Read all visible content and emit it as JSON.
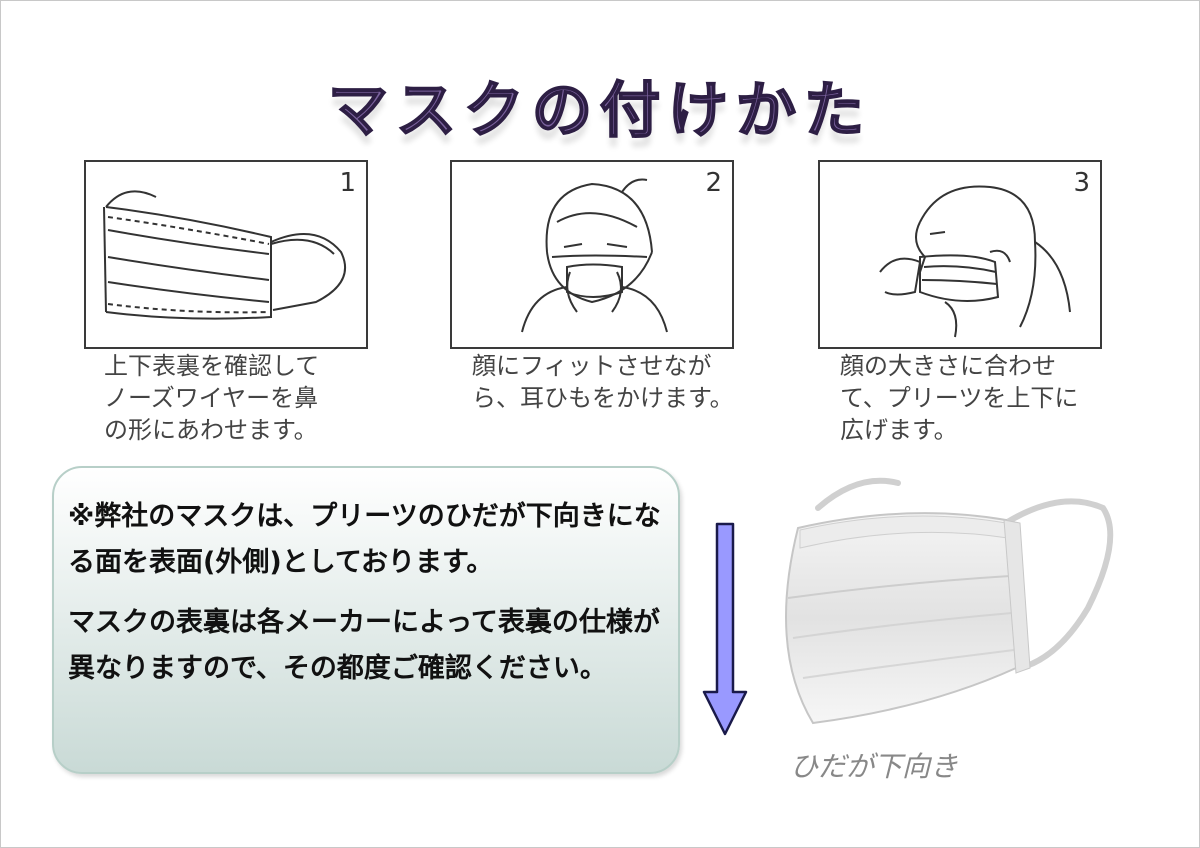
{
  "title": "マスクの付けかた",
  "steps": [
    {
      "number": "1",
      "text": "上下表裏を確認して\nノーズワイヤーを鼻\nの形にあわせます。"
    },
    {
      "number": "2",
      "text": "顔にフィットさせなが\nら、耳ひもをかけます。"
    },
    {
      "number": "3",
      "text": "顔の大きさに合わせ\nて、プリーツを上下に\n広げます。"
    }
  ],
  "notice": {
    "paragraph1": "※弊社のマスクは、プリーツのひだが下向きになる面を表面(外側)としております。",
    "paragraph2": "マスクの表裏は各メーカーによって表裏の仕様が異なりますので、その都度ご確認ください。"
  },
  "photo_caption": "ひだが下向き",
  "colors": {
    "title": "#7b629e",
    "arrow": "#9999ff",
    "notice_gradient_bottom": "#c9dad6"
  },
  "icons": [
    "mask-line-drawing",
    "face-front-drawing",
    "face-side-drawing",
    "down-arrow-icon",
    "mask-photo"
  ]
}
